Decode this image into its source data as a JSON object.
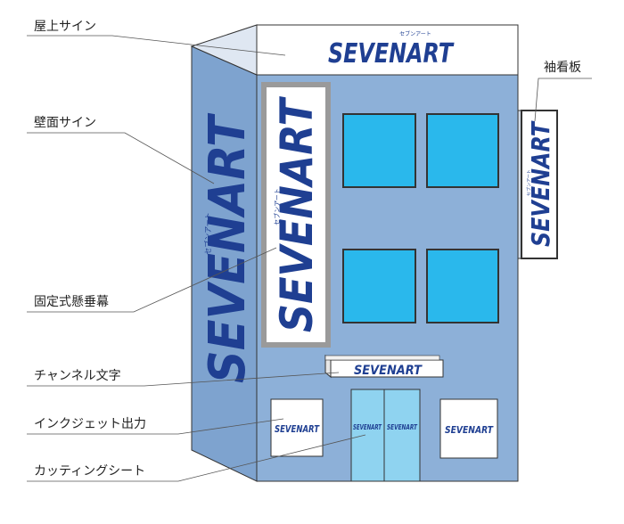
{
  "brand": {
    "name": "SEVENART",
    "ruby": "セブンアート",
    "logo_color": "#1f3f92"
  },
  "colors": {
    "wall_front": "#8db0d8",
    "wall_side": "#7ea3cf",
    "window": "#2ab8ec",
    "glass_door": "#8fd3f0",
    "banner_frame": "#9a9a9a",
    "outline": "#333333"
  },
  "labels": {
    "rooftop_sign": "屋上サイン",
    "wall_sign": "壁面サイン",
    "projecting_sign": "袖看板",
    "fixed_banner": "固定式懸垂幕",
    "channel_letters": "チャンネル文字",
    "inkjet_print": "インクジェット出力",
    "cutting_sheet": "カッティングシート"
  }
}
